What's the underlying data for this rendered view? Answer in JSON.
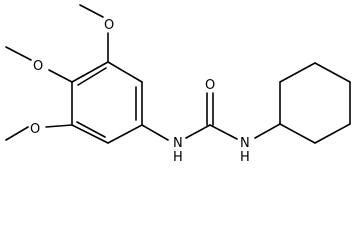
{
  "structure": {
    "labels": {
      "o_methoxy_top": "O",
      "o_methoxy_mid": "O",
      "o_methoxy_bottom": "O",
      "o_carbonyl": "O",
      "n_left": "N",
      "h_left": "H",
      "n_right": "N",
      "h_right": "H"
    },
    "colors": {
      "bond": "#000000",
      "background": "#ffffff"
    }
  }
}
